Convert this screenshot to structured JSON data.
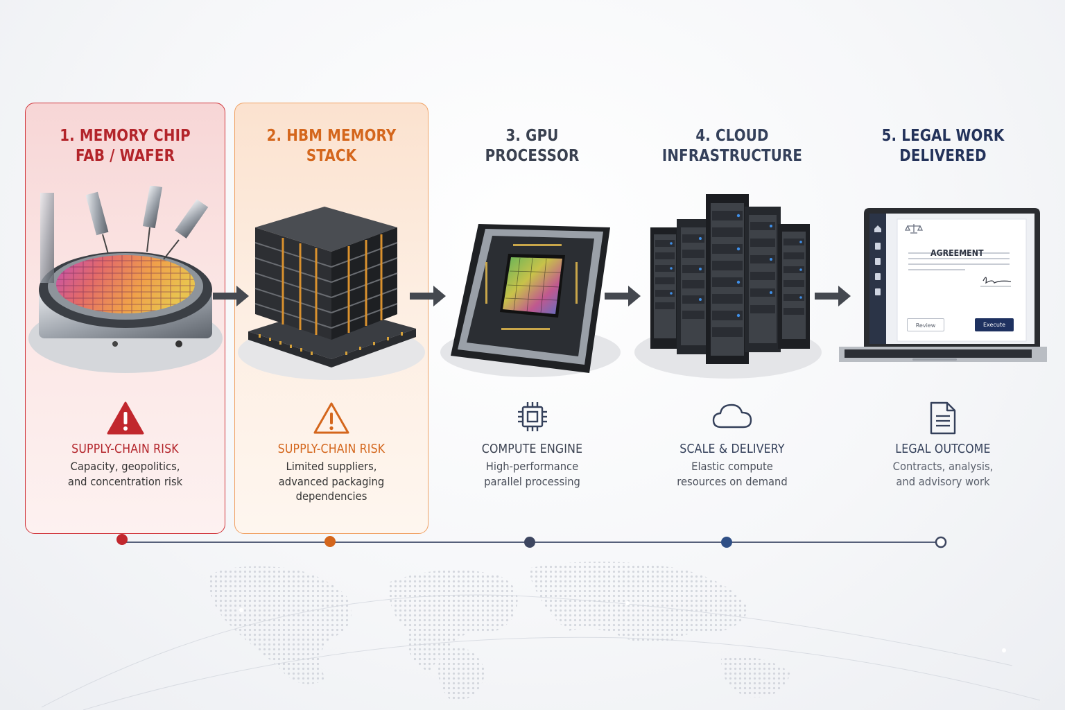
{
  "steps": [
    {
      "title_line1": "1. MEMORY CHIP",
      "title_line2": "FAB / WAFER",
      "label": "SUPPLY-CHAIN RISK",
      "desc_line1": "Capacity, geopolitics,",
      "desc_line2": "and concentration risk",
      "desc_line3": "",
      "icon": "warning-icon",
      "color": "#b3242a"
    },
    {
      "title_line1": "2. HBM MEMORY",
      "title_line2": "STACK",
      "label": "SUPPLY-CHAIN RISK",
      "desc_line1": "Limited suppliers,",
      "desc_line2": "advanced packaging",
      "desc_line3": "dependencies",
      "icon": "warning-outline-icon",
      "color": "#d4661c"
    },
    {
      "title_line1": "3. GPU",
      "title_line2": "PROCESSOR",
      "label": "COMPUTE ENGINE",
      "desc_line1": "High-performance",
      "desc_line2": "parallel processing",
      "desc_line3": "",
      "icon": "chip-icon",
      "color": "#3a4150"
    },
    {
      "title_line1": "4. CLOUD",
      "title_line2": "INFRASTRUCTURE",
      "label": "SCALE & DELIVERY",
      "desc_line1": "Elastic compute",
      "desc_line2": "resources on demand",
      "desc_line3": "",
      "icon": "cloud-icon",
      "color": "#34405a"
    },
    {
      "title_line1": "5. LEGAL WORK",
      "title_line2": "DELIVERED",
      "label": "LEGAL OUTCOME",
      "desc_line1": "Contracts, analysis,",
      "desc_line2": "and advisory work",
      "desc_line3": "",
      "icon": "document-icon",
      "color": "#23325a"
    }
  ],
  "laptop": {
    "doc_title": "AGREEMENT",
    "review_label": "Review",
    "execute_label": "Execute"
  },
  "colors": {
    "risk_red": "#b3242a",
    "risk_orange": "#d4661c",
    "navy": "#23325a",
    "timeline": "#56607a"
  }
}
